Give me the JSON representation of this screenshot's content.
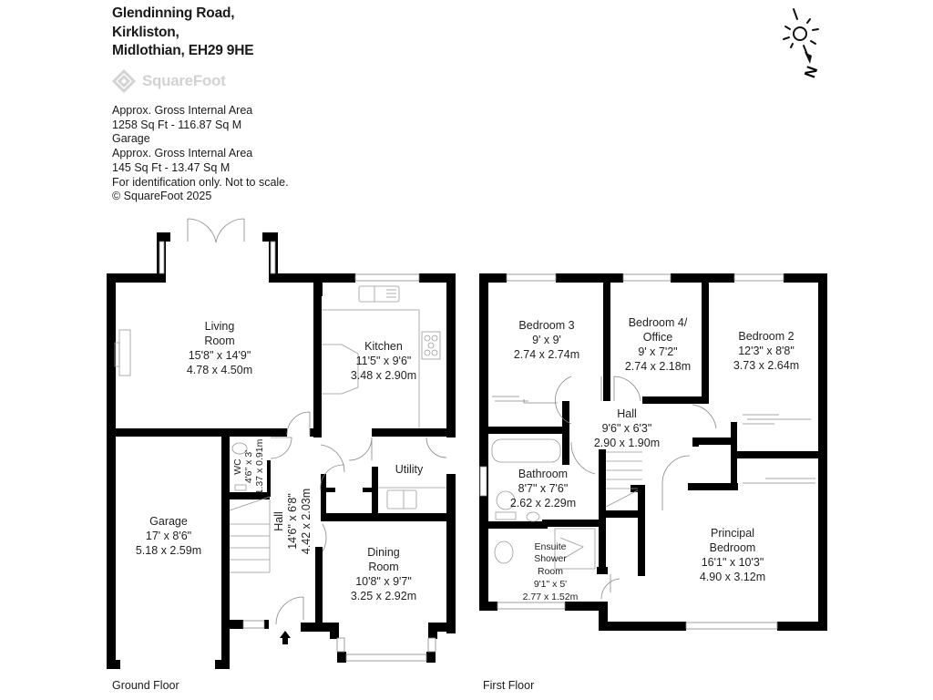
{
  "header": {
    "address_lines": [
      "Glendinning Road,",
      "Kirkliston,",
      "Midlothian, EH29 9HE"
    ],
    "brand": "SquareFoot"
  },
  "info": {
    "lines": [
      "Approx. Gross Internal Area",
      "1258 Sq Ft  -  116.87 Sq M",
      "Garage",
      "Approx. Gross Internal Area",
      "145 Sq Ft  -  13.47 Sq M",
      "For identification only. Not to scale.",
      "© SquareFoot 2025"
    ]
  },
  "compass": {
    "icon": "sun-north-compass-icon",
    "label": "N"
  },
  "floors": {
    "ground": {
      "label": "Ground Floor",
      "rooms": {
        "living": {
          "name1": "Living",
          "name2": "Room",
          "imperial": "15'8\" x 14'9\"",
          "metric": "4.78 x 4.50m"
        },
        "kitchen": {
          "name": "Kitchen",
          "imperial": "11'5\" x 9'6\"",
          "metric": "3.48 x 2.90m"
        },
        "garage": {
          "name": "Garage",
          "imperial": "17' x 8'6\"",
          "metric": "5.18 x 2.59m"
        },
        "wc": {
          "name": "WC",
          "imperial": "4'6\" x 3'",
          "metric": "1.37 x 0.91m"
        },
        "hall": {
          "name": "Hall",
          "imperial": "14'6\" x 6'8\"",
          "metric": "4.42 x 2.03m"
        },
        "utility": {
          "name": "Utility"
        },
        "dining": {
          "name1": "Dining",
          "name2": "Room",
          "imperial": "10'8\" x 9'7\"",
          "metric": "3.25 x 2.92m"
        }
      }
    },
    "first": {
      "label": "First Floor",
      "rooms": {
        "bedroom3": {
          "name": "Bedroom 3",
          "imperial": "9' x 9'",
          "metric": "2.74 x 2.74m"
        },
        "bedroom4": {
          "name1": "Bedroom 4/",
          "name2": "Office",
          "imperial": "9' x 7'2\"",
          "metric": "2.74 x 2.18m"
        },
        "bedroom2": {
          "name": "Bedroom 2",
          "imperial": "12'3\" x 8'8\"",
          "metric": "3.73 x 2.64m"
        },
        "hall": {
          "name": "Hall",
          "imperial": "9'6\" x 6'3\"",
          "metric": "2.90 x 1.90m"
        },
        "bathroom": {
          "name": "Bathroom",
          "imperial": "8'7\" x 7'6\"",
          "metric": "2.62 x 2.29m"
        },
        "ensuite": {
          "name1": "Ensuite",
          "name2": "Shower",
          "name3": "Room",
          "imperial": "9'1\" x 5'",
          "metric": "2.77 x 1.52m"
        },
        "principal": {
          "name1": "Principal",
          "name2": "Bedroom",
          "imperial": "16'1\" x 10'3\"",
          "metric": "4.90 x 3.12m"
        }
      }
    }
  },
  "colors": {
    "wall": "#000000",
    "fixture": "#9a9a9a",
    "text": "#1a1a1a",
    "logo": "#d2d2d2"
  }
}
